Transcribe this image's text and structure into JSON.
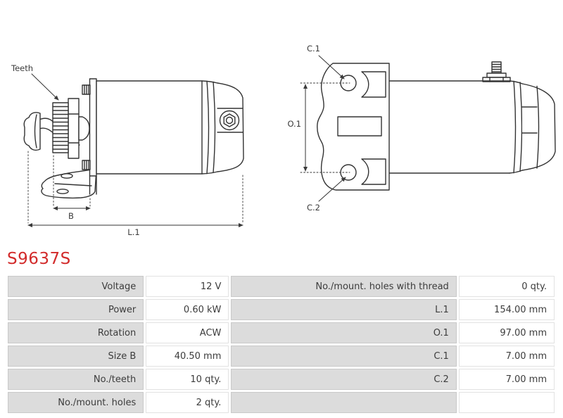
{
  "colors": {
    "accent_red": "#d22b2b",
    "table_label_bg": "#dcdcdc"
  },
  "part": {
    "number": "S9637S"
  },
  "diagram": {
    "labels": {
      "teeth": "Teeth",
      "size_b": "B",
      "length_l1": "L.1",
      "c1": "C.1",
      "o1": "O.1",
      "c2": "C.2"
    }
  },
  "spec_table": {
    "rows": [
      {
        "label_left": "Voltage",
        "value_left": "12 V",
        "label_right": "No./mount. holes with thread",
        "value_right": "0 qty."
      },
      {
        "label_left": "Power",
        "value_left": "0.60 kW",
        "label_right": "L.1",
        "value_right": "154.00 mm"
      },
      {
        "label_left": "Rotation",
        "value_left": "ACW",
        "label_right": "O.1",
        "value_right": "97.00 mm"
      },
      {
        "label_left": "Size B",
        "value_left": "40.50 mm",
        "label_right": "C.1",
        "value_right": "7.00 mm"
      },
      {
        "label_left": "No./teeth",
        "value_left": "10 qty.",
        "label_right": "C.2",
        "value_right": "7.00 mm"
      },
      {
        "label_left": "No./mount. holes",
        "value_left": "2 qty.",
        "label_right": "",
        "value_right": ""
      }
    ]
  }
}
